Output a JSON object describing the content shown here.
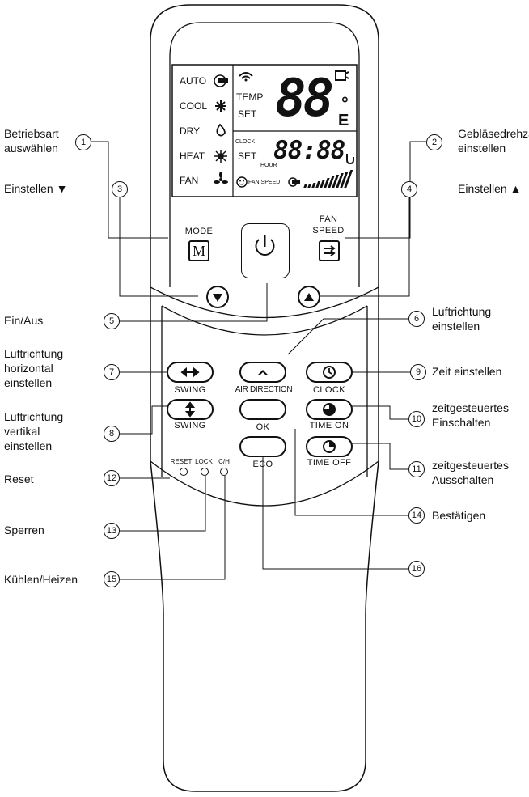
{
  "callouts": {
    "c1": {
      "num": "1",
      "text": [
        "Betriebsart",
        "auswählen"
      ]
    },
    "c2": {
      "num": "2",
      "text": [
        "Gebläsedrehzahl",
        "einstellen"
      ]
    },
    "c3": {
      "num": "3",
      "text": [
        "Einstellen ▼"
      ]
    },
    "c4": {
      "num": "4",
      "text": [
        "Einstellen ▲"
      ]
    },
    "c5": {
      "num": "5",
      "text": [
        "Ein/Aus"
      ]
    },
    "c6": {
      "num": "6",
      "text": [
        "Luftrichtung",
        "einstellen"
      ]
    },
    "c7": {
      "num": "7",
      "text": [
        "Luftrichtung",
        "horizontal",
        "einstellen"
      ]
    },
    "c8": {
      "num": "8",
      "text": [
        "Luftrichtung",
        "vertikal",
        "einstellen"
      ]
    },
    "c9": {
      "num": "9",
      "text": [
        "Zeit einstellen"
      ]
    },
    "c10": {
      "num": "10",
      "text": [
        "zeitgesteuertes",
        "Einschalten"
      ]
    },
    "c11": {
      "num": "11",
      "text": [
        "zeitgesteuertes",
        "Ausschalten"
      ]
    },
    "c12": {
      "num": "12",
      "text": [
        "Reset"
      ]
    },
    "c13": {
      "num": "13",
      "text": [
        "Sperren"
      ]
    },
    "c14": {
      "num": "14",
      "text": [
        "Bestätigen"
      ]
    },
    "c15": {
      "num": "15",
      "text": [
        "Kühlen/Heizen"
      ]
    },
    "c16": {
      "num": "16",
      "text": []
    }
  },
  "display": {
    "modes": [
      "AUTO",
      "COOL",
      "DRY",
      "HEAT",
      "FAN"
    ],
    "temp_label": "TEMP",
    "set_label": "SET",
    "temp_value": "88",
    "degree": "°",
    "unit": "E",
    "clock_label": "CLOCK",
    "clock_set_label": "SET",
    "hour_label": "HOUR",
    "clock_value": "88:88",
    "fan_speed_label": "FAN SPEED"
  },
  "buttons": {
    "mode_label": "MODE",
    "mode_key": "M",
    "fan_speed_label_1": "FAN",
    "fan_speed_label_2": "SPEED",
    "swing_h_label": "SWING",
    "swing_v_label": "SWING",
    "air_direction_label": "AIR DIRECTION",
    "ok_label": "OK",
    "eco_label": "ECO",
    "clock_label": "CLOCK",
    "time_on_label": "TIME ON",
    "time_off_label": "TIME OFF",
    "reset_label": "RESET",
    "lock_label": "LOCK",
    "ch_label": "C/H"
  }
}
